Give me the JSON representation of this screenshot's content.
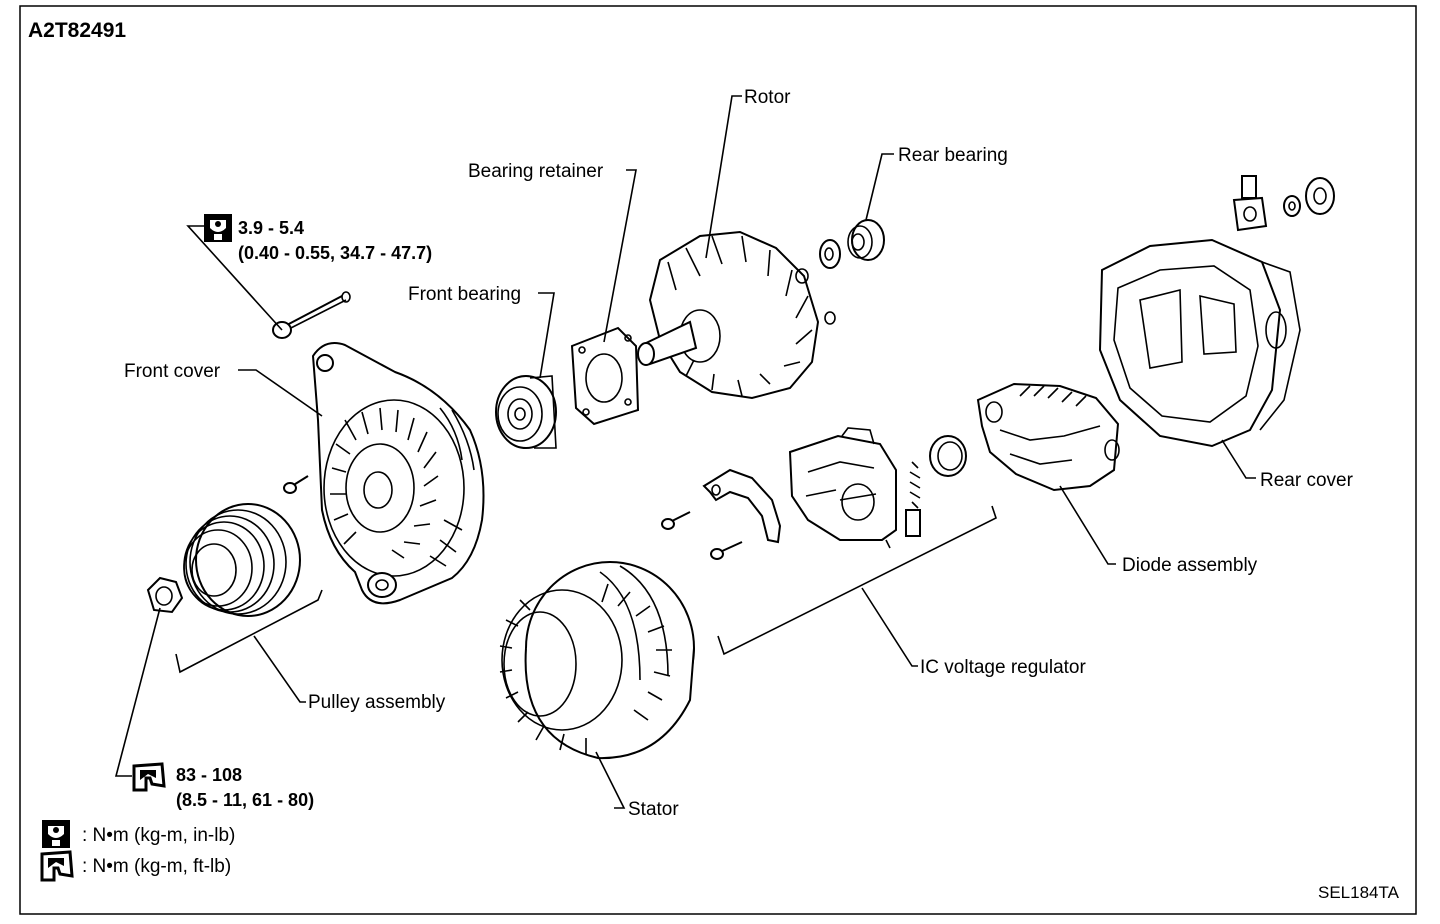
{
  "header": {
    "code": "A2T82491"
  },
  "footer": {
    "code": "SEL184TA"
  },
  "labels": {
    "rotor": "Rotor",
    "rear_bearing": "Rear bearing",
    "bearing_retainer": "Bearing retainer",
    "front_bearing": "Front bearing",
    "front_cover": "Front cover",
    "rear_cover": "Rear cover",
    "diode_assembly": "Diode assembly",
    "ic_voltage_regulator": "IC voltage regulator",
    "pulley_assembly": "Pulley assembly",
    "stator": "Stator"
  },
  "torque_specs": {
    "bolt": {
      "line1": "3.9 - 5.4",
      "line2": "(0.40 - 0.55, 34.7 - 47.7)",
      "icon": "torque-wrench-inlb-icon"
    },
    "nut": {
      "line1": "83 - 108",
      "line2": "(8.5 - 11, 61 - 80)",
      "icon": "torque-wrench-ftlb-icon"
    }
  },
  "legend": [
    {
      "icon": "torque-wrench-inlb-icon",
      "text": ": N•m (kg-m, in-lb)"
    },
    {
      "icon": "torque-wrench-ftlb-icon",
      "text": ": N•m (kg-m, ft-lb)"
    }
  ]
}
